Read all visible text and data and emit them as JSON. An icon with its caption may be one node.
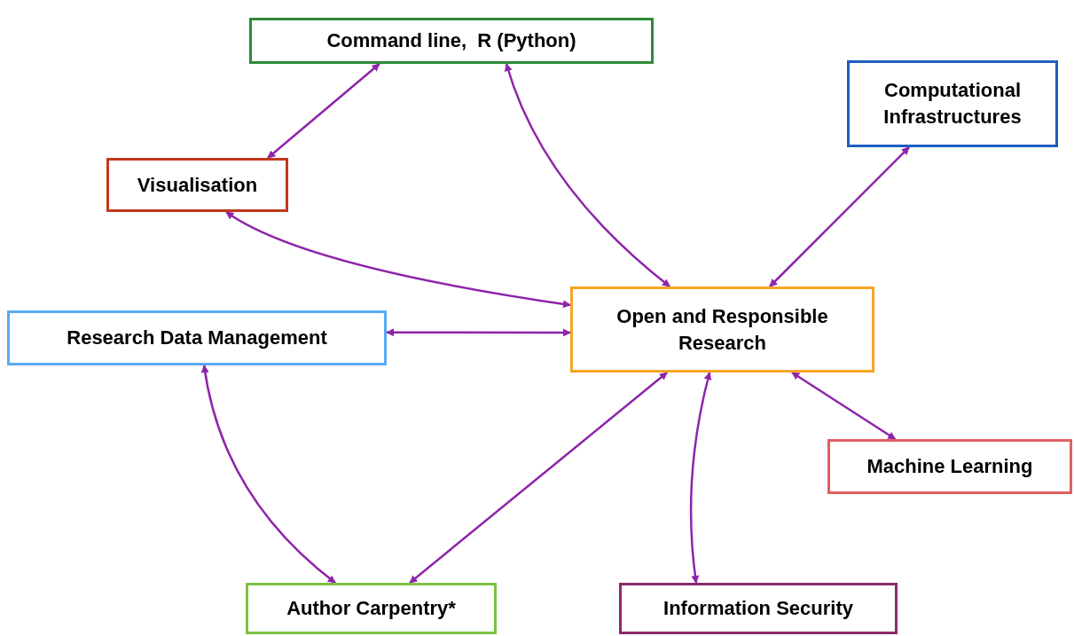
{
  "diagram": {
    "nodes": [
      {
        "text": [
          "Command line,  R (Python)"
        ]
      },
      {
        "text": [
          "Computational Infrastructures"
        ]
      },
      {
        "text": [
          "Visualisation"
        ]
      },
      {
        "text": [
          "Research Data Management"
        ]
      },
      {
        "text": [
          "Open and Responsible Research"
        ]
      },
      {
        "text": [
          "Machine Learning"
        ]
      },
      {
        "text": [
          "Author Carpentry*"
        ]
      },
      {
        "text": [
          "Information Security"
        ]
      }
    ],
    "edges": [
      {
        "from": 0,
        "to": 2,
        "arrow": "both"
      },
      {
        "from": 0,
        "to": 4,
        "arrow": "both"
      },
      {
        "from": 1,
        "to": 4,
        "arrow": "both"
      },
      {
        "from": 2,
        "to": 4,
        "arrow": "both"
      },
      {
        "from": 3,
        "to": 4,
        "arrow": "both"
      },
      {
        "from": 4,
        "to": 5,
        "arrow": "both"
      },
      {
        "from": 3,
        "to": 6,
        "arrow": "both"
      },
      {
        "from": 6,
        "to": 4,
        "arrow": "both"
      },
      {
        "from": 7,
        "to": 4,
        "arrow": "both"
      }
    ]
  }
}
